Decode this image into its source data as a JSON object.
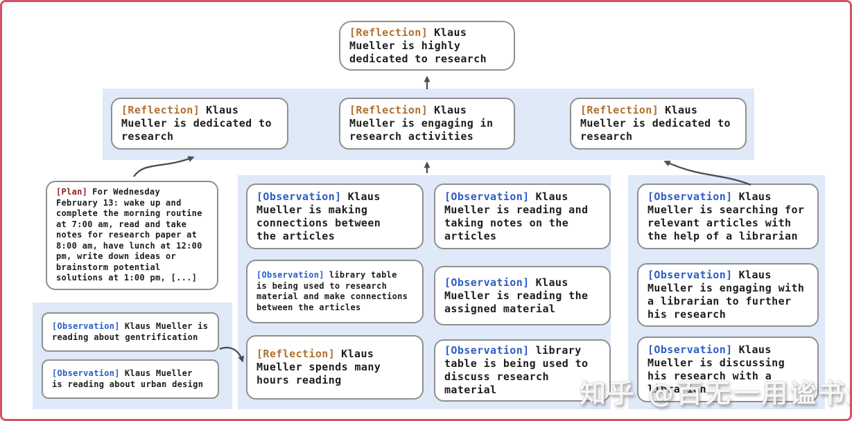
{
  "colors": {
    "frame_border": "#d5516a",
    "band_background": "#dfe9f8",
    "box_border": "#8f8f8f",
    "reflection_label": "#b0702c",
    "observation_label": "#2b5cc4",
    "plan_label": "#8e1f1f",
    "arrow": "#4b4b55",
    "body_text": "#1c1c1c"
  },
  "nodes": {
    "root": {
      "tag": "[Reflection]",
      "text": "Klaus\nMueller is highly\ndedicated to research"
    },
    "level2": [
      {
        "tag": "[Reflection]",
        "text": "Klaus\nMueller is dedicated to\nresearch"
      },
      {
        "tag": "[Reflection]",
        "text": "Klaus\nMueller is engaging in\nresearch activities"
      },
      {
        "tag": "[Reflection]",
        "text": "Klaus\nMueller is dedicated to\nresearch"
      }
    ],
    "plan": {
      "tag": "[Plan]",
      "text": "For Wednesday\nFebruary 13: wake up and\ncomplete the morning routine\nat 7:00 am, read and take\nnotes for research paper at\n8:00 am, have lunch at 12:00\npm, write down ideas or\nbrainstorm potential\nsolutions at 1:00 pm, [...]"
    },
    "left_observations": [
      {
        "tag": "[Observation]",
        "text": "Klaus Mueller is\nreading about gentrification"
      },
      {
        "tag": "[Observation]",
        "text": "Klaus Mueller\nis reading about urban design"
      }
    ],
    "middle_left": [
      {
        "tag": "[Observation]",
        "text": "Klaus\nMueller is making\nconnections between\nthe articles"
      },
      {
        "tag": "[Observation]",
        "text": "library table\nis being used to research\nmaterial and make connections\nbetween the articles"
      },
      {
        "tag": "[Reflection]",
        "text": "Klaus\nMueller spends many\nhours reading"
      }
    ],
    "middle_right": [
      {
        "tag": "[Observation]",
        "text": "Klaus\nMueller is reading and\ntaking notes on the\narticles"
      },
      {
        "tag": "[Observation]",
        "text": "Klaus\nMueller is reading the\nassigned material"
      },
      {
        "tag": "[Observation]",
        "text": "library\ntable is being used to\ndiscuss research material"
      }
    ],
    "right_column": [
      {
        "tag": "[Observation]",
        "text": "Klaus\nMueller is searching for\nrelevant articles with\nthe help of a librarian"
      },
      {
        "tag": "[Observation]",
        "text": "Klaus\nMueller is engaging with\na librarian to further\nhis research"
      },
      {
        "tag": "[Observation]",
        "text": "Klaus\nMueller is discussing\nhis research with a\nlibrarian"
      }
    ]
  },
  "watermark": {
    "text": "知乎 @百无一用谧书生"
  }
}
